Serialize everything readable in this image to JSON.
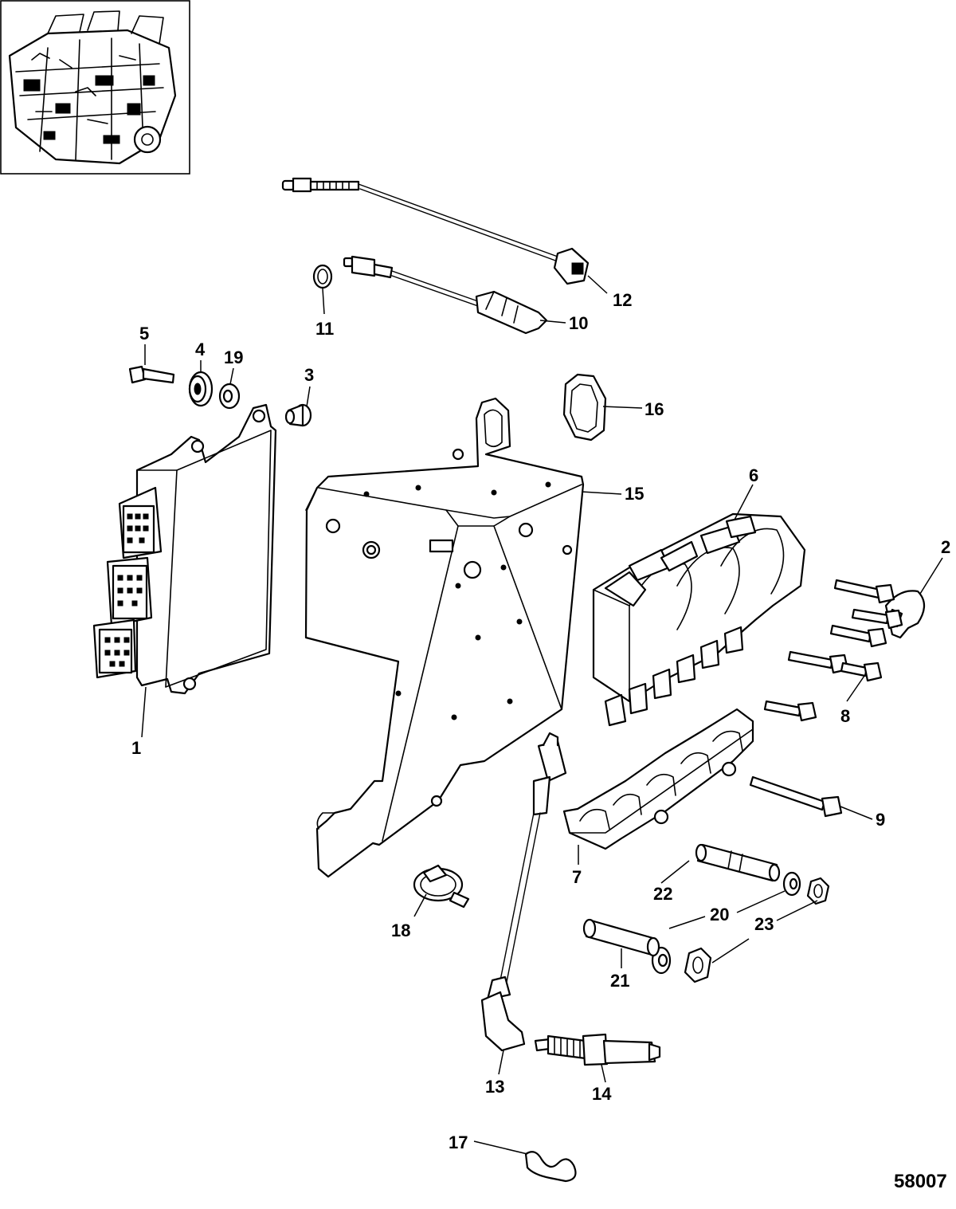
{
  "figure": {
    "figure_id": "58007",
    "inset": {
      "icon": "engine-overview-icon"
    },
    "callouts": [
      "1",
      "2",
      "3",
      "4",
      "5",
      "6",
      "7",
      "8",
      "9",
      "10",
      "11",
      "12",
      "13",
      "14",
      "15",
      "16",
      "17",
      "18",
      "19",
      "20",
      "21",
      "22",
      "23"
    ],
    "parts": [
      {
        "callout": "1",
        "icon": "engine-control-module-icon"
      },
      {
        "callout": "2",
        "icon": "ground-strap-clip-icon"
      },
      {
        "callout": "3",
        "icon": "spacer-icon"
      },
      {
        "callout": "4",
        "icon": "grommet-icon"
      },
      {
        "callout": "5",
        "icon": "screw-icon"
      },
      {
        "callout": "6",
        "icon": "ignition-coil-pack-icon"
      },
      {
        "callout": "7",
        "icon": "coil-bracket-icon"
      },
      {
        "callout": "8",
        "icon": "bolt-icon"
      },
      {
        "callout": "9",
        "icon": "long-bolt-icon"
      },
      {
        "callout": "10",
        "icon": "sensor-with-connector-icon"
      },
      {
        "callout": "11",
        "icon": "o-ring-icon"
      },
      {
        "callout": "12",
        "icon": "oxygen-sensor-icon"
      },
      {
        "callout": "13",
        "icon": "spark-plug-wire-icon"
      },
      {
        "callout": "14",
        "icon": "spark-plug-icon"
      },
      {
        "callout": "15",
        "icon": "mounting-bracket-icon"
      },
      {
        "callout": "16",
        "icon": "gasket-icon"
      },
      {
        "callout": "17",
        "icon": "retaining-clip-icon"
      },
      {
        "callout": "18",
        "icon": "hose-clamp-icon"
      },
      {
        "callout": "19",
        "icon": "washer-icon"
      },
      {
        "callout": "20",
        "icon": "washer-icon"
      },
      {
        "callout": "21",
        "icon": "spacer-sleeve-icon"
      },
      {
        "callout": "22",
        "icon": "stud-icon"
      },
      {
        "callout": "23",
        "icon": "nut-icon"
      }
    ]
  }
}
